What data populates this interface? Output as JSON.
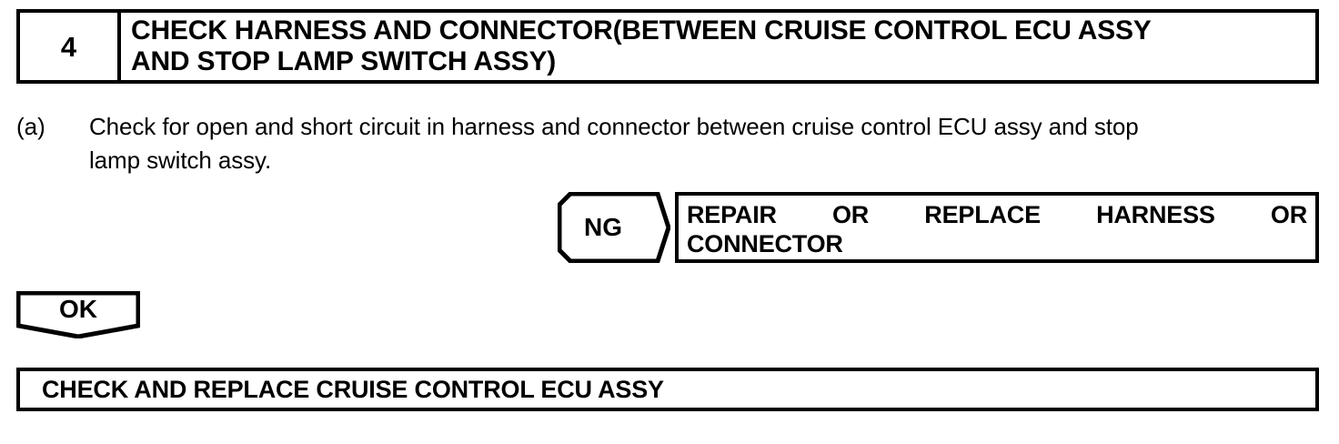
{
  "step_header": {
    "number": "4",
    "title": "CHECK HARNESS AND CONNECTOR(BETWEEN CRUISE CONTROL ECU ASSY\nAND STOP LAMP SWITCH ASSY)"
  },
  "procedure": {
    "marker": "(a)",
    "text": "Check for open and short circuit in harness and connector between cruise control ECU assy and stop\nlamp switch assy."
  },
  "branches": {
    "ng": {
      "label": "NG",
      "result_line1": "REPAIR OR REPLACE HARNESS OR",
      "result_line2": "CONNECTOR"
    },
    "ok": {
      "label": "OK"
    }
  },
  "final_result": {
    "text": "CHECK AND REPLACE CRUISE CONTROL ECU ASSY"
  },
  "colors": {
    "ink": "#000000",
    "paper": "#ffffff"
  }
}
